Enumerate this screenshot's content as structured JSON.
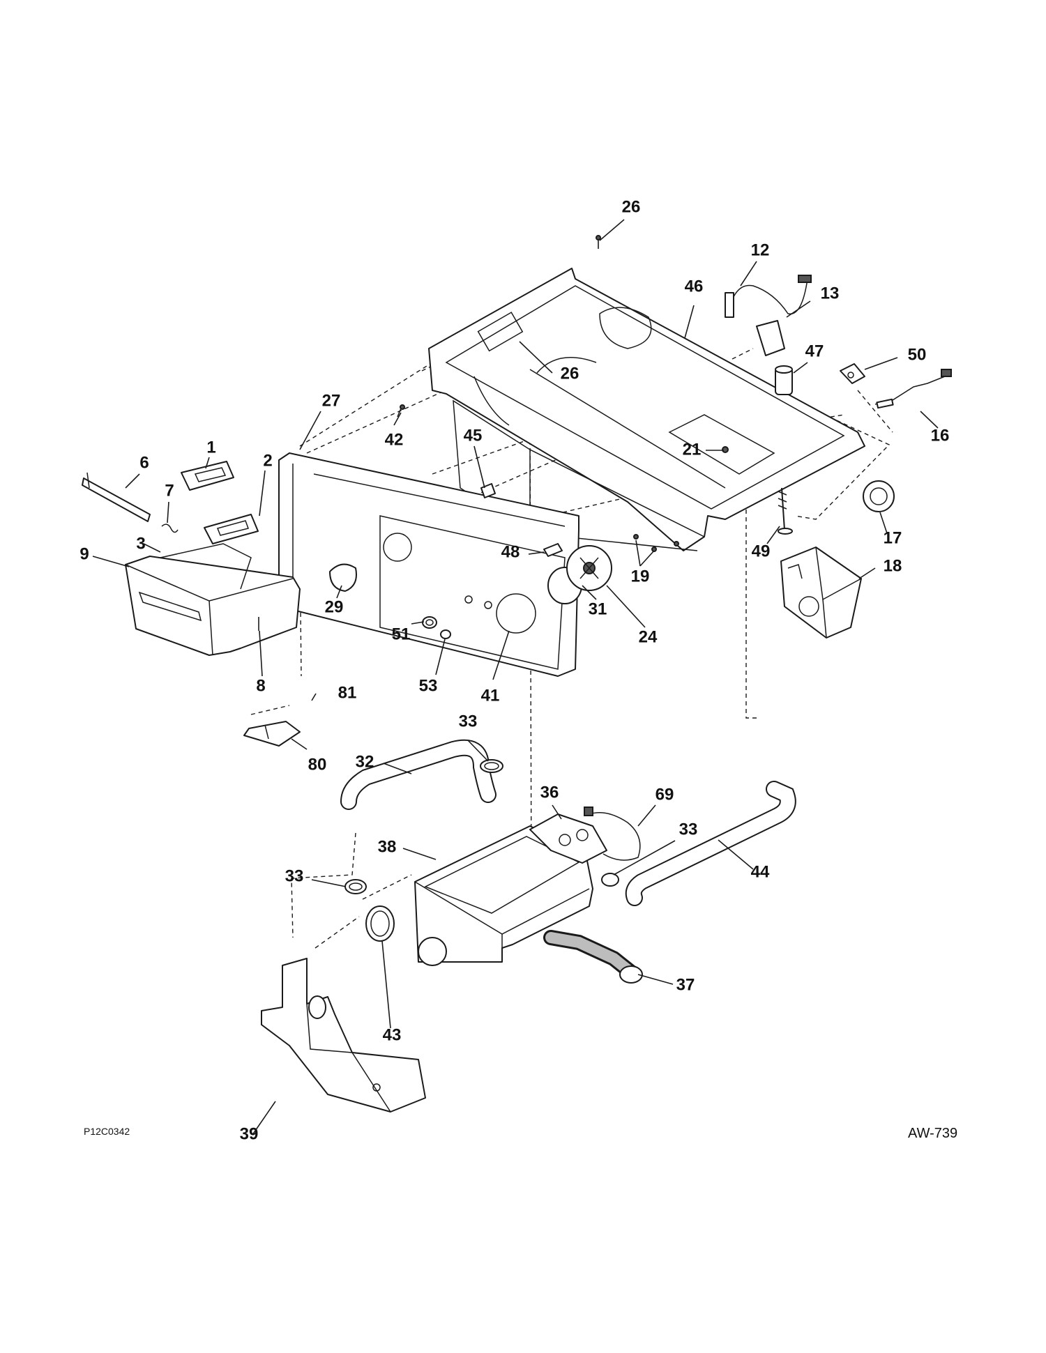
{
  "diagram": {
    "callouts": [
      {
        "id": "c26a",
        "label": "26"
      },
      {
        "id": "c12",
        "label": "12"
      },
      {
        "id": "c46",
        "label": "46"
      },
      {
        "id": "c13",
        "label": "13"
      },
      {
        "id": "c47",
        "label": "47"
      },
      {
        "id": "c50",
        "label": "50"
      },
      {
        "id": "c26b",
        "label": "26"
      },
      {
        "id": "c27",
        "label": "27"
      },
      {
        "id": "c16",
        "label": "16"
      },
      {
        "id": "c42",
        "label": "42"
      },
      {
        "id": "c45",
        "label": "45"
      },
      {
        "id": "c21",
        "label": "21"
      },
      {
        "id": "c1",
        "label": "1"
      },
      {
        "id": "c6",
        "label": "6"
      },
      {
        "id": "c2",
        "label": "2"
      },
      {
        "id": "c7",
        "label": "7"
      },
      {
        "id": "c3",
        "label": "3"
      },
      {
        "id": "c9",
        "label": "9"
      },
      {
        "id": "c49",
        "label": "49"
      },
      {
        "id": "c17",
        "label": "17"
      },
      {
        "id": "c48",
        "label": "48"
      },
      {
        "id": "c18",
        "label": "18"
      },
      {
        "id": "c19",
        "label": "19"
      },
      {
        "id": "c29",
        "label": "29"
      },
      {
        "id": "c51",
        "label": "51"
      },
      {
        "id": "c31",
        "label": "31"
      },
      {
        "id": "c24",
        "label": "24"
      },
      {
        "id": "c8",
        "label": "8"
      },
      {
        "id": "c53",
        "label": "53"
      },
      {
        "id": "c41",
        "label": "41"
      },
      {
        "id": "c81",
        "label": "81"
      },
      {
        "id": "c33a",
        "label": "33"
      },
      {
        "id": "c32",
        "label": "32"
      },
      {
        "id": "c80",
        "label": "80"
      },
      {
        "id": "c36",
        "label": "36"
      },
      {
        "id": "c69",
        "label": "69"
      },
      {
        "id": "c33b",
        "label": "33"
      },
      {
        "id": "c38",
        "label": "38"
      },
      {
        "id": "c44",
        "label": "44"
      },
      {
        "id": "c33c",
        "label": "33"
      },
      {
        "id": "c37",
        "label": "37"
      },
      {
        "id": "c43",
        "label": "43"
      },
      {
        "id": "c39",
        "label": "39"
      }
    ]
  },
  "footer": {
    "figure_code": "P12C0342",
    "page_code": "AW-739"
  }
}
